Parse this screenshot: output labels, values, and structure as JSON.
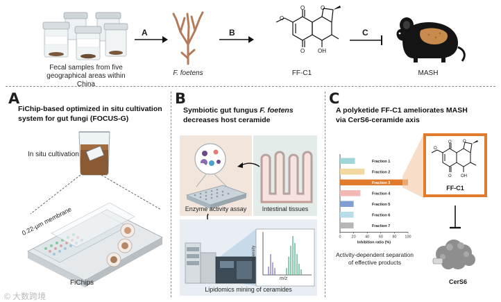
{
  "top_flow": {
    "fecal_label_line1": "Fecal samples from five",
    "fecal_label_line2": "geographical areas within China",
    "fungus_label": "F. foetens",
    "compound_label": "FF-C1",
    "disease_label": "MASH",
    "arrow_a": "A",
    "arrow_b": "B",
    "arrow_c": "C"
  },
  "panel_a": {
    "letter": "A",
    "title_line1": "FiChip-based optimized in situ cultivation",
    "title_line2": "system for gut fungi (FOCUS-G)",
    "in_situ_label": "In situ cultivation",
    "membrane_label": "0.22-μm membrane",
    "fichips_label": "FiChips"
  },
  "panel_b": {
    "letter": "B",
    "title_line1_pre": "Symbiotic gut fungus ",
    "title_line1_italic": "F. foetens",
    "title_line2": "decreases host ceramide",
    "enzyme_label": "Enzyme activity assay",
    "intestinal_label": "Intestinal tissues",
    "lipidomics_label": "Lipidomics mining of ceramides",
    "ms_ylabel": "Intensity",
    "ms_xlabel": "m/z"
  },
  "panel_c": {
    "letter": "C",
    "title_line1": "A polyketide FF-C1 ameliorates MASH",
    "title_line2": "via CerS6-ceramide axis",
    "compound_label": "FF-C1",
    "cers6_label": "CerS6",
    "caption_line1": "Activity-dependent separation",
    "caption_line2": "of effective products"
  },
  "watermark": "© 大数跨境",
  "chart_data": {
    "type": "bar",
    "orientation": "horizontal",
    "categories": [
      "Fraction 1",
      "Fraction 2",
      "Fraction 3",
      "Fraction 4",
      "Fraction 5",
      "Fraction 6",
      "Fraction 7"
    ],
    "values": [
      22,
      36,
      100,
      30,
      20,
      20,
      20
    ],
    "colors": [
      "#9fd6d8",
      "#f2d9a0",
      "#e07b2c",
      "#f2b9b5",
      "#7f9fd0",
      "#b9dcea",
      "#b6b6b6"
    ],
    "xlabel": "Inhibition ratio (%)",
    "xlim": [
      0,
      100
    ],
    "xticks": [
      "0",
      "20",
      "40",
      "60",
      "80",
      "100"
    ]
  }
}
